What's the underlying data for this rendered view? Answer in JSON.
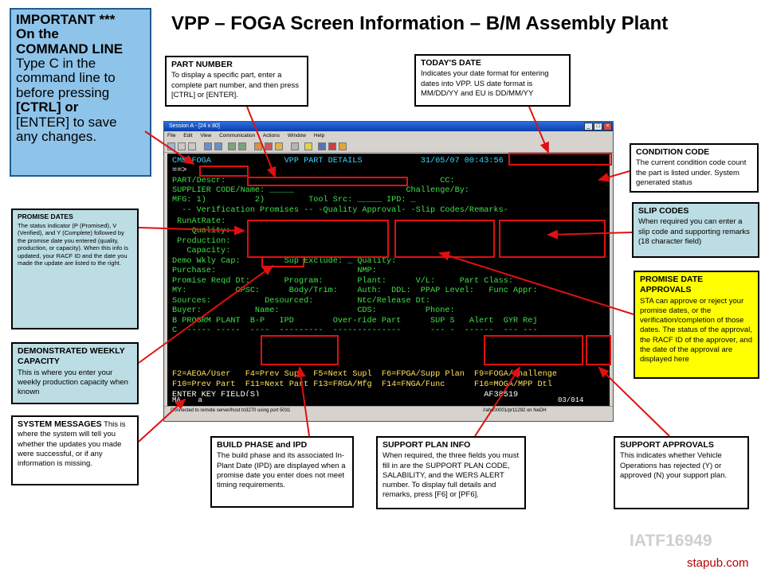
{
  "title": "VPP – FOGA Screen Information – B/M Assembly Plant",
  "important_note": {
    "line1": "IMPORTANT ***",
    "line2": "On the",
    "line3": "COMMAND LINE",
    "line4": "Type C in the",
    "line5": "command line to",
    "line6": "before pressing",
    "line7": "[CTRL] or",
    "line8": "[ENTER] to save",
    "line9": "any changes."
  },
  "callouts": {
    "part_number": {
      "heading": "PART NUMBER",
      "body": "To display a specific part, enter a complete part number, and then press [CTRL] or [ENTER]."
    },
    "todays_date": {
      "heading": "TODAY'S DATE",
      "body": "Indicates your date format for entering dates into VPP. US date format is MM/DD/YY and EU is DD/MM/YY"
    },
    "condition_code": {
      "heading": "CONDITION CODE",
      "body": "The current condition code count the part is listed under. System generated status"
    },
    "slip_codes": {
      "heading": "SLIP CODES",
      "body": "When required you can enter a slip code and supporting remarks (18 character field)"
    },
    "promise_date_approvals": {
      "heading": "PROMISE DATE APPROVALS",
      "body": "STA can approve or reject your promise dates, or the verification/completion of those dates. The status of the approval, the RACF ID of the approver, and the date of the approval are displayed here"
    },
    "promise_dates": {
      "heading": "PROMISE DATES",
      "body": "The status indicator (P (Promised), V (Verified), and Y (Complete) followed by the promise date you entered (quality, production, or capacity). When this info is updated, your RACF ID and the date you made the update are listed to the right."
    },
    "weekly_capacity": {
      "heading": "DEMONSTRATED WEEKLY CAPACITY",
      "body": "This is where you enter your weekly production capacity when known"
    },
    "system_messages": {
      "heading": "SYSTEM MESSAGES",
      "body": "This is where the system will tell you whether the updates you made were successful, or if any information is missing."
    },
    "build_phase": {
      "heading": "BUILD PHASE and IPD",
      "body": "The build phase and its associated In-Plant Date (IPD) are displayed when a promise date you enter does not meet timing requirements."
    },
    "support_plan": {
      "heading": "SUPPORT PLAN INFO",
      "body": "When required, the three fields you must fill in are the SUPPORT PLAN CODE, SALABILITY, and the WERS ALERT number. To display full details and remarks, press [F6] or [PF6]."
    },
    "support_approvals": {
      "heading": "SUPPORT APPROVALS",
      "body": "This indicates whether Vehicle Operations has rejected (Y) or approved (N) your support plan."
    }
  },
  "window": {
    "title": "Session A - [24 x 80]",
    "menu": [
      "File",
      "Edit",
      "View",
      "Communication",
      "Actions",
      "Window",
      "Help"
    ],
    "status_left": "Connected to remote server/host tn3270 using port 5031",
    "status_right": "//aho00001/pr11292 on NeDH"
  },
  "screen": {
    "l01": "CMMSFOGA               VPP PART DETAILS            31/05/07 00:43:56",
    "l02": "==>",
    "l03": "PART/Descr:                                            CC:",
    "l04": "SUPPLIER CODE/Name: _____                       Challenge/By:",
    "l05": "MFG: 1)          2)         Tool Src: _____ IPD: _",
    "l06": "  -- Verification Promises -- -Quality Approval- -Slip Codes/Remarks-",
    "l07": " RunAtRate:",
    "l08": "    Quality:",
    "l09": " Production:",
    "l10": "   Capacity:",
    "l11": "Demo Wkly Cap:         Sup Exclude: _ Quality:",
    "l12": "Purchase:                             NMP:",
    "l13": "Promise Reqd Dt:       Program:       Plant:      V/L:     Part Class:",
    "l14": "MY:          CPSC:      Body/Trim:    Auth:  DDL:  PPAP Level:   Func Appr:",
    "l15": "Sources:           Desourced:         Ntc/Release Dt:",
    "l16": "Buyer:           Name:                CDS:          Phone:",
    "l17": "B PROGRM PLANT  B-P   IPD        Over-ride Part      SUP S   Alert  GYR Rej",
    "l18": "C ------ -----  ----  ---------  --------------      --- -  ------  --- ---",
    "l19": "F2=AEOA/User   F4=Prev Supl  F5=Next Supl  F6=FPGA/Supp Plan  F9=FOGA/Challenge",
    "l20": "F10=Prev Part  F11=Next Part F13=FRGA/Mfg  F14=FNGA/Func      F16=MOGA/MPP Dtl",
    "l21": "ENTER KEY FIELD(S)                                              AF38519",
    "oia_left": "MA    a",
    "oia_right": "03/014"
  },
  "watermark": {
    "brand": "IATF16949",
    "site": "stapub.com"
  },
  "colors": {
    "annotation_red": "#e01010",
    "teal": "#bcdde4",
    "yellow": "#ffff00",
    "note_blue": "#8fc4ea",
    "terminal_green": "#3ee04a",
    "terminal_cyan": "#37d6ff"
  }
}
